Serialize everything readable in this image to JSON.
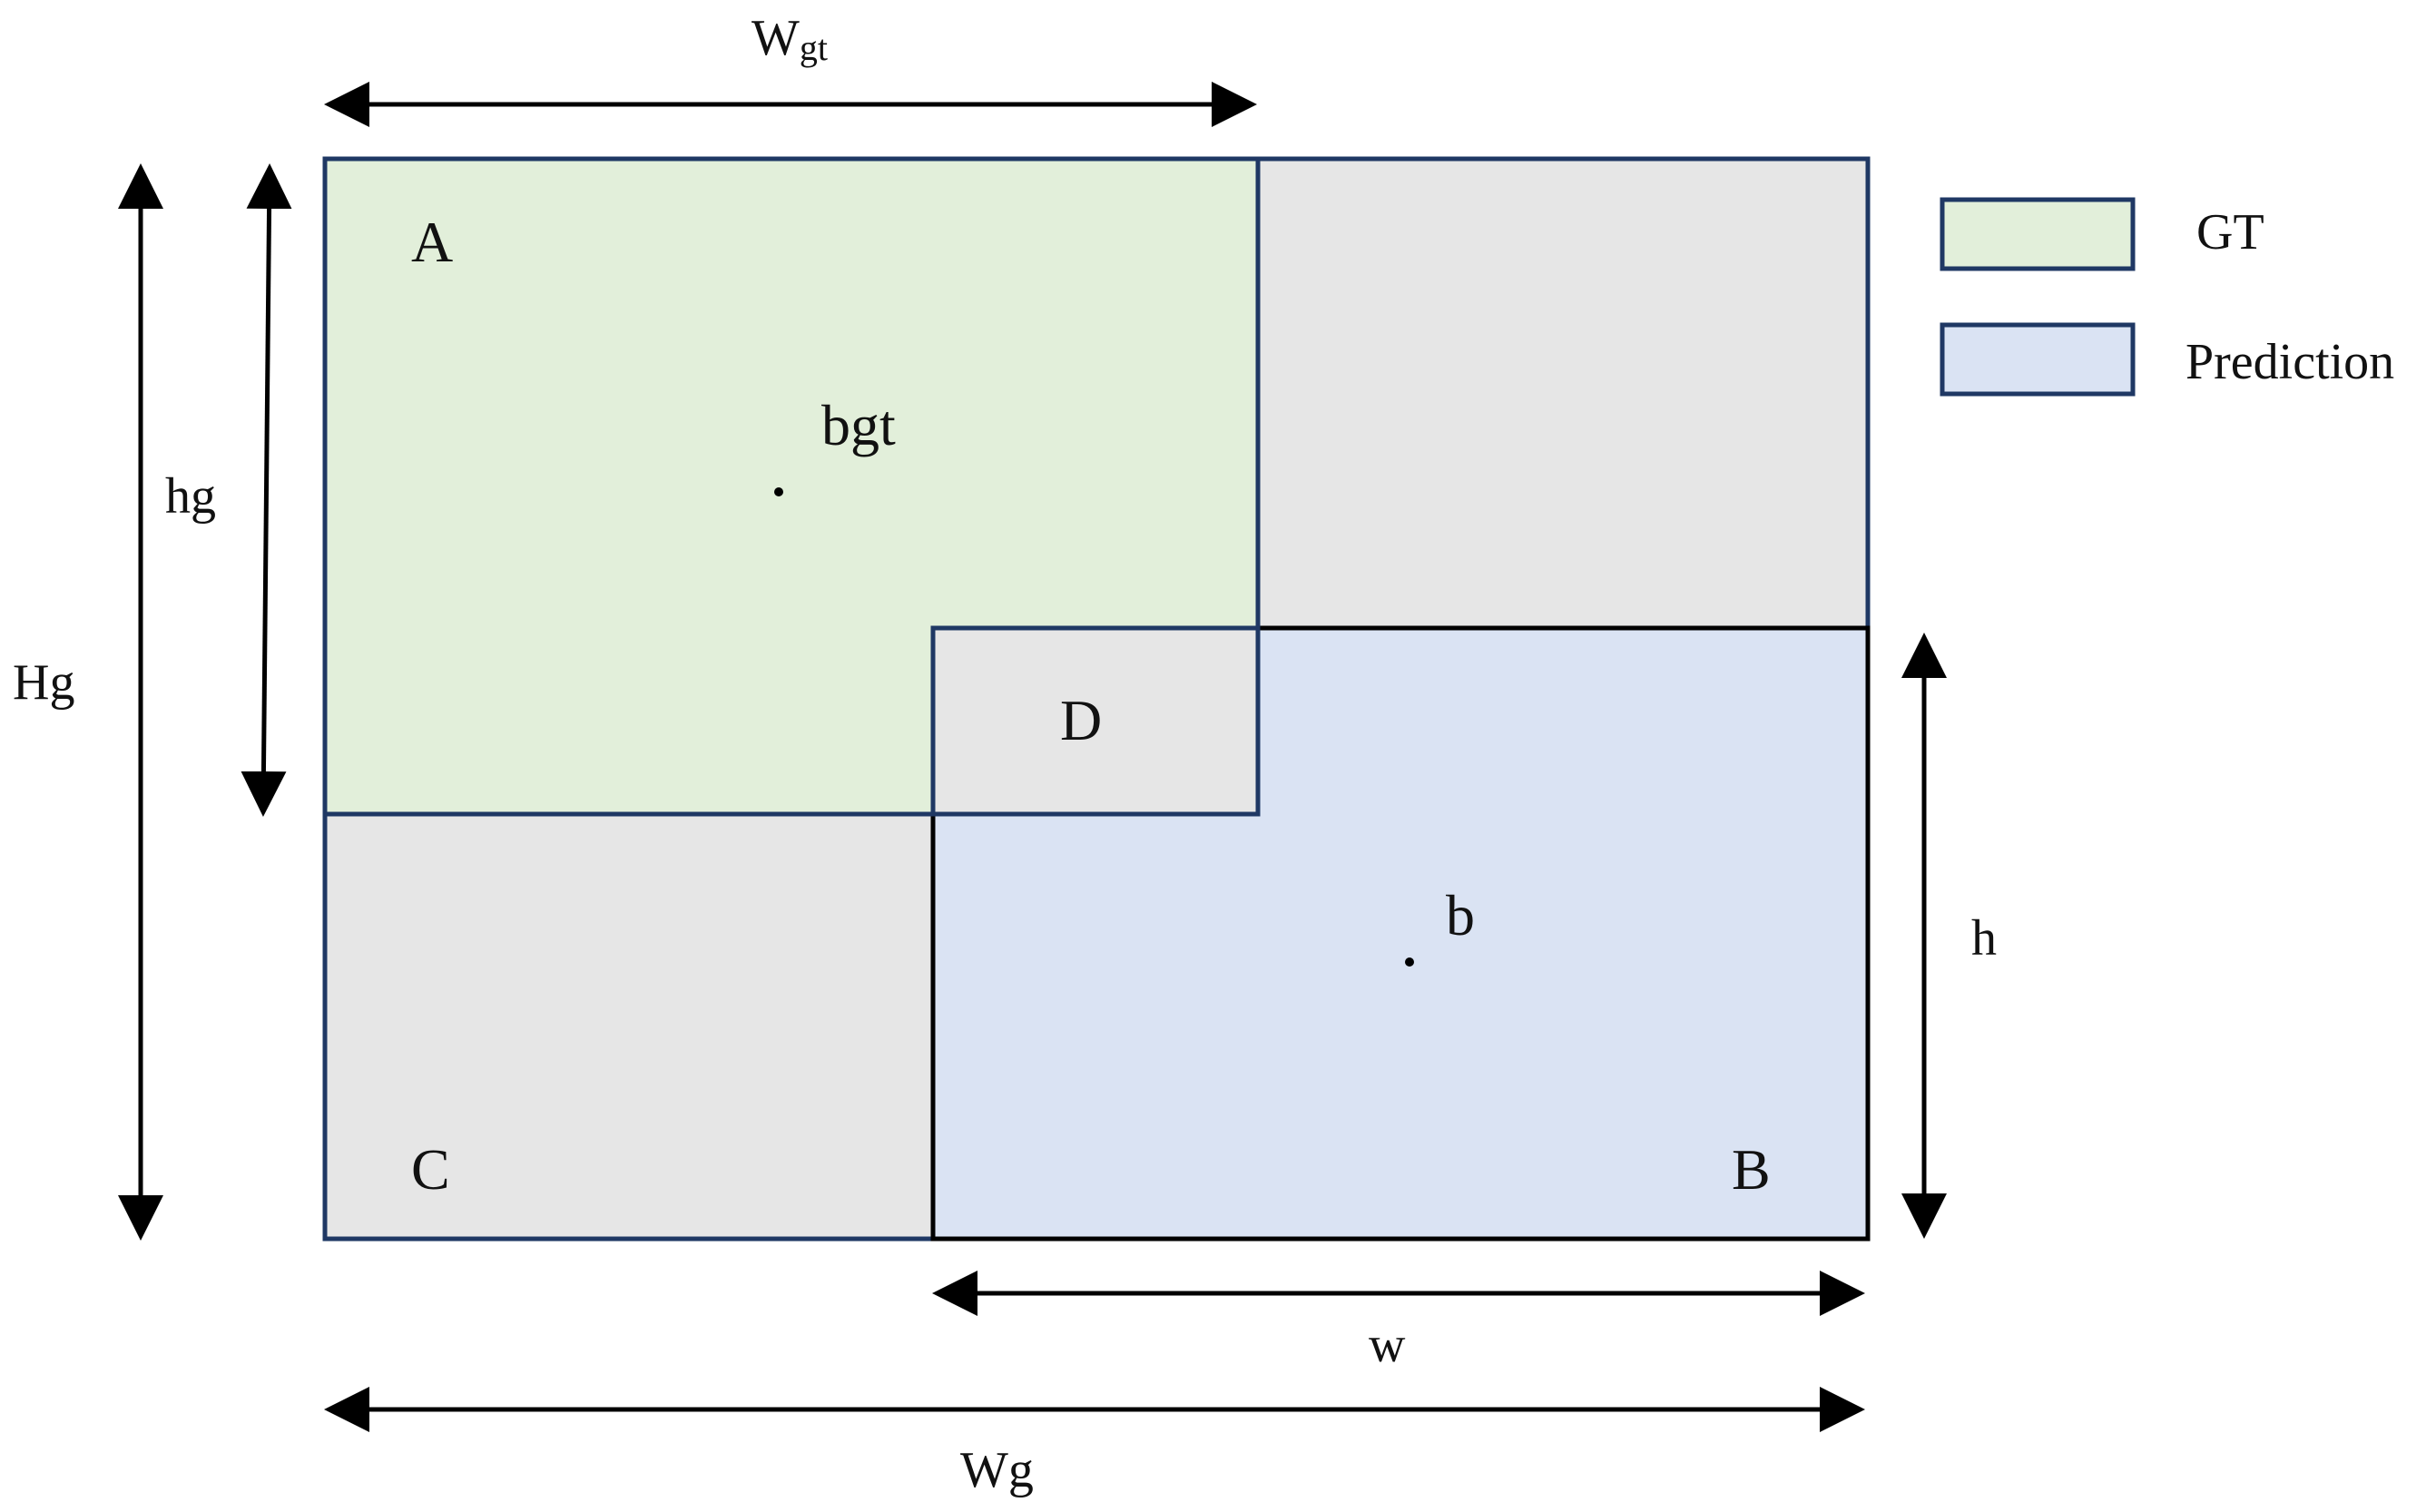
{
  "colors": {
    "gt_fill": "#e2efda",
    "prediction_fill": "#dae3f3",
    "enclosing_fill": "#e6e6e6",
    "gt_stroke": "#1f3864",
    "prediction_stroke": "#000000",
    "text": "#111111"
  },
  "labels": {
    "corner_a": "A",
    "corner_b": "B",
    "corner_c": "C",
    "corner_d": "D",
    "center_gt": "bgt",
    "center_pred": "b"
  },
  "dimensions": {
    "w_gt_main": "W",
    "w_gt_sub": "gt",
    "hg": "hg",
    "Hg": "Hg",
    "h": "h",
    "w": "w",
    "Wg": "Wg"
  },
  "legend": {
    "gt": "GT",
    "prediction": "Prediction"
  }
}
